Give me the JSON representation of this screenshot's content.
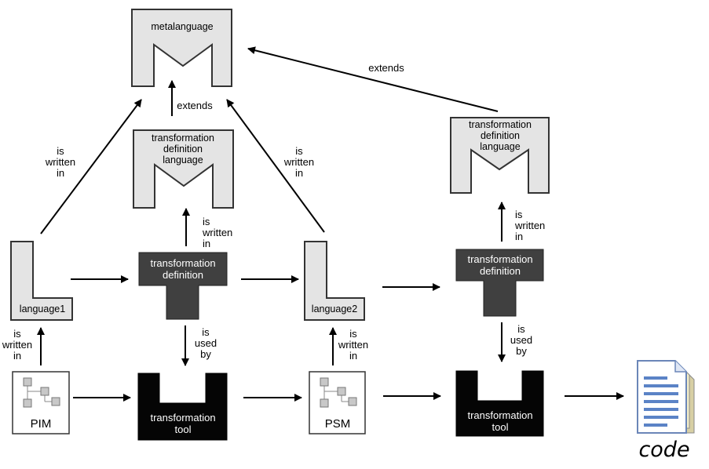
{
  "nodes": {
    "metalanguage": "metalanguage",
    "tdl_left": [
      "transformation",
      "definition",
      "language"
    ],
    "tdl_right": [
      "transformation",
      "definition",
      "language"
    ],
    "language1": "language1",
    "language2": "language2",
    "td_left": [
      "transformation",
      "definition"
    ],
    "td_right": [
      "transformation",
      "definition"
    ],
    "tool_left": [
      "transformation",
      "tool"
    ],
    "tool_right": [
      "transformation",
      "tool"
    ],
    "pim": "PIM",
    "psm": "PSM",
    "code": "code"
  },
  "labels": {
    "extends_top": "extends",
    "extends_mid": "extends",
    "is_written_in": [
      "is",
      "written",
      "in"
    ],
    "is_used_by": [
      "is",
      "used",
      "by"
    ]
  },
  "colors": {
    "light_gray": "#e4e4e4",
    "dark_gray": "#404040",
    "black": "#050505",
    "doc_blue": "#5b83c6",
    "doc_paper": "#f4eec8"
  }
}
